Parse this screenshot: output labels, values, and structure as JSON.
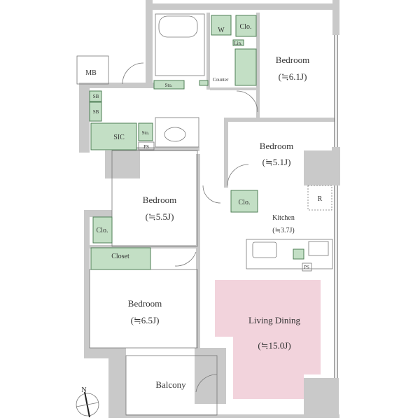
{
  "rooms": {
    "bedroom_ne": {
      "name": "Bedroom",
      "size": "(≒6.1J)"
    },
    "bedroom_e": {
      "name": "Bedroom",
      "size": "(≒5.1J)"
    },
    "bedroom_w": {
      "name": "Bedroom",
      "size": "(≒5.5J)"
    },
    "bedroom_sw": {
      "name": "Bedroom",
      "size": "(≒6.5J)"
    },
    "kitchen": {
      "name": "Kitchen",
      "size": "(≒3.7J)"
    },
    "living": {
      "name": "Living Dining",
      "size": "(≒15.0J)"
    },
    "balcony": {
      "name": "Balcony"
    }
  },
  "storage": {
    "w": "W",
    "clo_top": "Clo.",
    "lin": "Lin.",
    "counter": "Counter",
    "sto_top": "Sto.",
    "sb1": "SB",
    "sb2": "SB",
    "sic": "SIC",
    "sto_small": "Sto.",
    "ps1": "PS",
    "clo_mid": "Clo.",
    "r": "R",
    "clo_left": "Clo.",
    "closet": "Closet",
    "ps2": "PS",
    "mb": "MB"
  },
  "compass": {
    "north": "N"
  },
  "colors": {
    "wall": "#c9c9c9",
    "storage": "#c3dfc5",
    "living": "#f2d3dc"
  }
}
